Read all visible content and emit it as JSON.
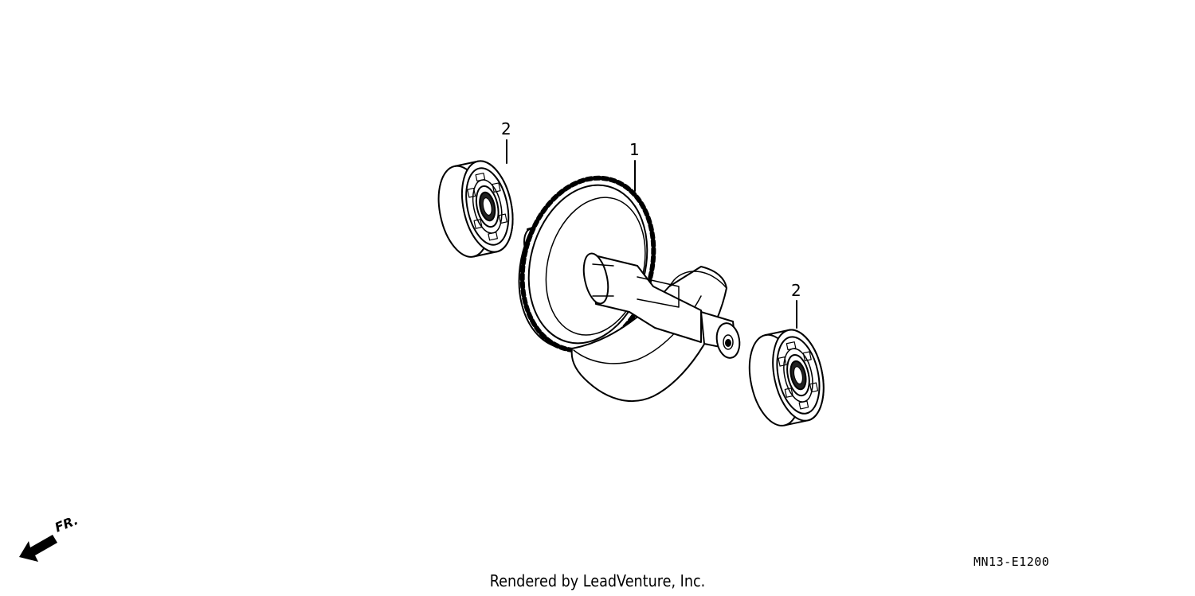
{
  "callouts": {
    "part_1": "1",
    "part_2_left": "2",
    "part_2_right": "2"
  },
  "front_indicator": "FR.",
  "diagram_code": "MN13-E1200",
  "credit": "Rendered by LeadVenture, Inc."
}
